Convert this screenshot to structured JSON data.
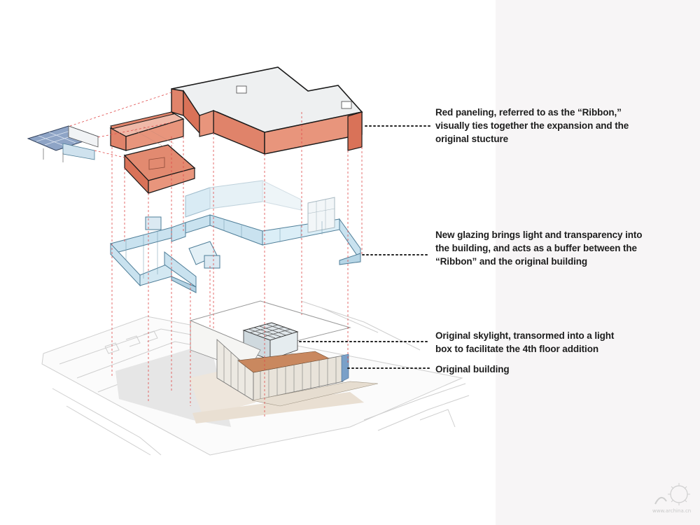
{
  "annotations": {
    "ribbon": {
      "lines": [
        "Red paneling, referred to as the “Ribbon,”",
        "visually ties together the expansion and the",
        "original stucture"
      ]
    },
    "glazing": {
      "lines": [
        "New glazing brings light and transparency into",
        "the building, and acts as a buffer between the",
        "“Ribbon” and the original building"
      ]
    },
    "skylight": {
      "lines": [
        "Original skylight, transormed into a light",
        "box to facilitate the 4th floor addition"
      ]
    },
    "original": {
      "lines": [
        "Original building"
      ]
    }
  },
  "watermark": {
    "text": "www.archina.cn"
  },
  "colors": {
    "ribbon_fill": "#e0836a",
    "ribbon_dark": "#c8694f",
    "ribbon_outline": "#1a1a1a",
    "roof_fill": "#eef0f1",
    "glazing_fill": "#c9e2ef",
    "glazing_outline": "#4f7e98",
    "dashed_guide": "#e04a4a",
    "site_lines": "#c8c8c8",
    "leader_dots": "#222222",
    "background_band": "#f7f5f6"
  }
}
